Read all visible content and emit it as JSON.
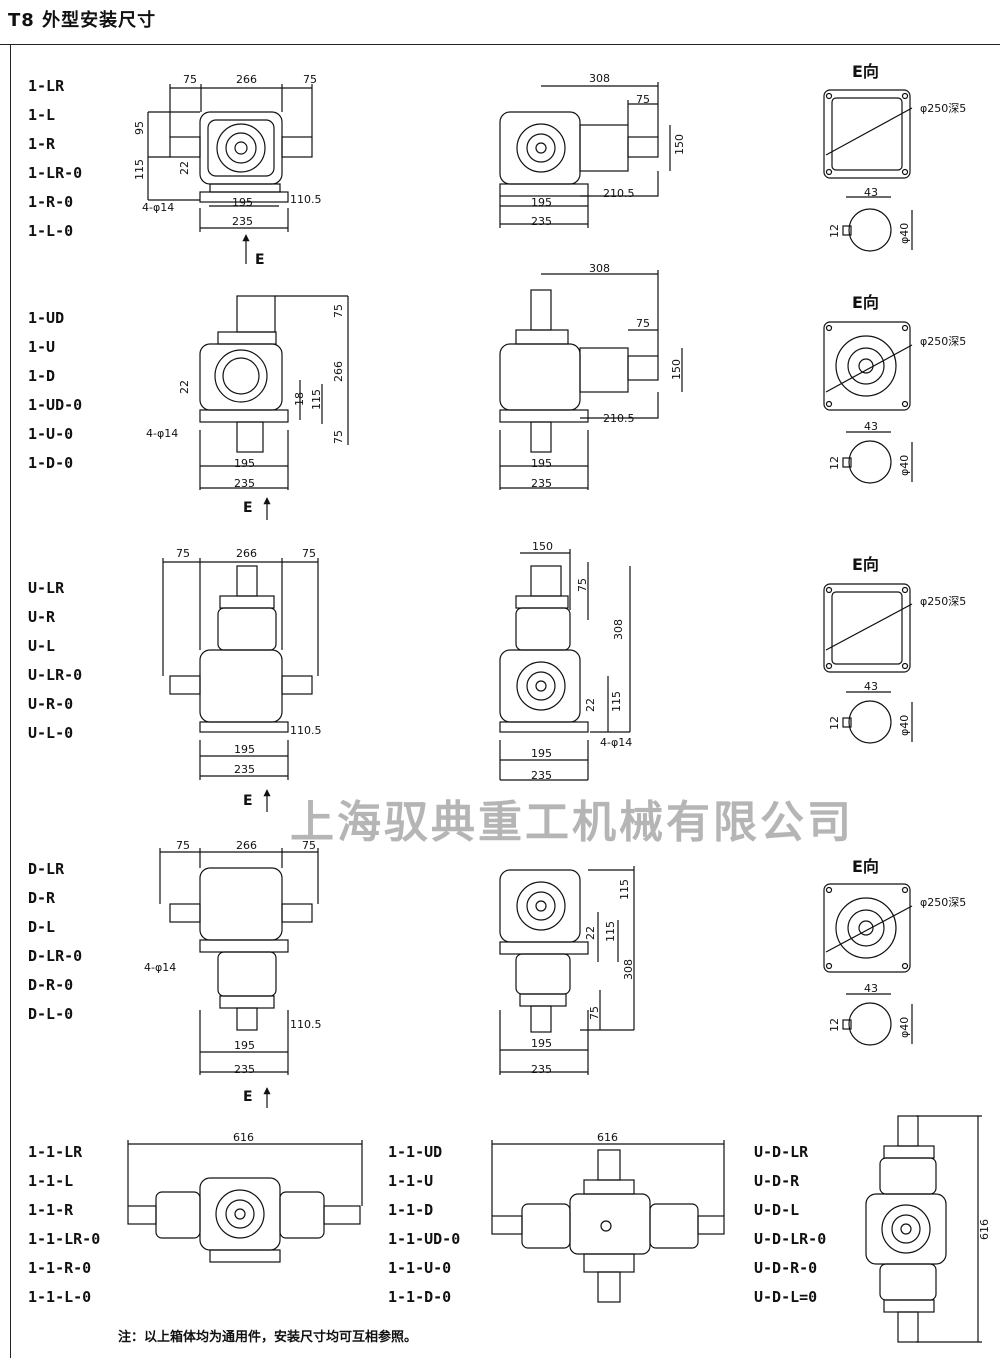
{
  "title": "T8 外型安装尺寸",
  "groups": [
    {
      "models": [
        "1-LR",
        "1-L",
        "1-R",
        "1-LR-0",
        "1-R-0",
        "1-L-0"
      ]
    },
    {
      "models": [
        "1-UD",
        "1-U",
        "1-D",
        "1-UD-0",
        "1-U-0",
        "1-D-0"
      ]
    },
    {
      "models": [
        "U-LR",
        "U-R",
        "U-L",
        "U-LR-0",
        "U-R-0",
        "U-L-0"
      ]
    },
    {
      "models": [
        "D-LR",
        "D-R",
        "D-L",
        "D-LR-0",
        "D-R-0",
        "D-L-0"
      ]
    },
    {
      "models": [
        "1-1-LR",
        "1-1-L",
        "1-1-R",
        "1-1-LR-0",
        "1-1-R-0",
        "1-1-L-0"
      ]
    },
    {
      "models": [
        "1-1-UD",
        "1-1-U",
        "1-1-D",
        "1-1-UD-0",
        "1-1-U-0",
        "1-1-D-0"
      ]
    },
    {
      "models": [
        "U-D-LR",
        "U-D-R",
        "U-D-L",
        "U-D-LR-0",
        "U-D-R-0",
        "U-D-L=0"
      ]
    }
  ],
  "dims": {
    "d75": "75",
    "d266": "266",
    "d95": "95",
    "d115": "115",
    "d22": "22",
    "d18": "18",
    "d195": "195",
    "d235": "235",
    "d110_5": "110.5",
    "holes": "4-φ14",
    "d308": "308",
    "d150": "150",
    "d210_5": "210.5",
    "d616": "616",
    "flange": "φ250深5",
    "d43": "43",
    "d12": "12",
    "d40": "φ40"
  },
  "view_label": "E向",
  "arrow_label": "E",
  "watermark": "上海驭典重工机械有限公司",
  "note": "注：以上箱体均为通用件，安装尺寸均可互相参照。"
}
